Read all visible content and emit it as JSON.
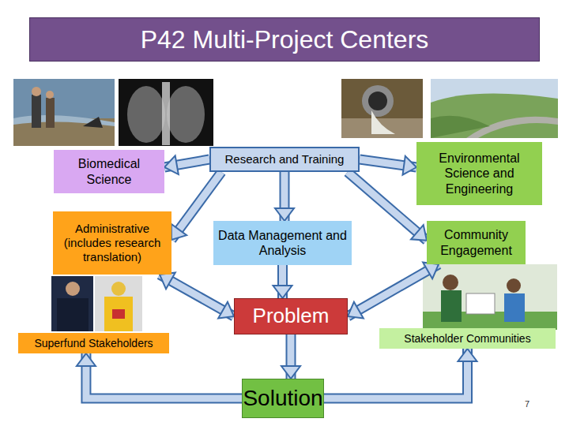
{
  "diagram": {
    "title": "P42 Multi-Project Centers",
    "nodes": [
      {
        "text": [
          "Biomedical Science"
        ]
      },
      {
        "text": [
          "Research and Training"
        ]
      },
      {
        "text": [
          "Environmental Science and Engineering"
        ]
      },
      {
        "text": [
          "Administrative (includes research translation)"
        ]
      },
      {
        "text": [
          "Data Management and Analysis"
        ]
      },
      {
        "text": [
          "Community Engagement"
        ]
      },
      {
        "text": [
          "Problem"
        ]
      },
      {
        "text": [
          "Superfund Stakeholders"
        ]
      },
      {
        "text": [
          "Stakeholder Communities"
        ]
      },
      {
        "text": [
          "Solution"
        ]
      }
    ],
    "edges": [
      {
        "from": 1,
        "to": 0,
        "arrow": "to"
      },
      {
        "from": 1,
        "to": 2,
        "arrow": "to"
      },
      {
        "from": 1,
        "to": 4,
        "arrow": "to"
      },
      {
        "from": 1,
        "to": 3,
        "arrow": "to"
      },
      {
        "from": 1,
        "to": 5,
        "arrow": "to"
      },
      {
        "from": 4,
        "to": 6,
        "arrow": "to"
      },
      {
        "from": 3,
        "to": 6,
        "arrow": "both"
      },
      {
        "from": 5,
        "to": 6,
        "arrow": "both"
      },
      {
        "from": 6,
        "to": 9,
        "arrow": "to"
      },
      {
        "from": 9,
        "to": 7,
        "arrow": "to"
      },
      {
        "from": 9,
        "to": 8,
        "arrow": "to"
      }
    ],
    "labels": [
      "7"
    ]
  }
}
